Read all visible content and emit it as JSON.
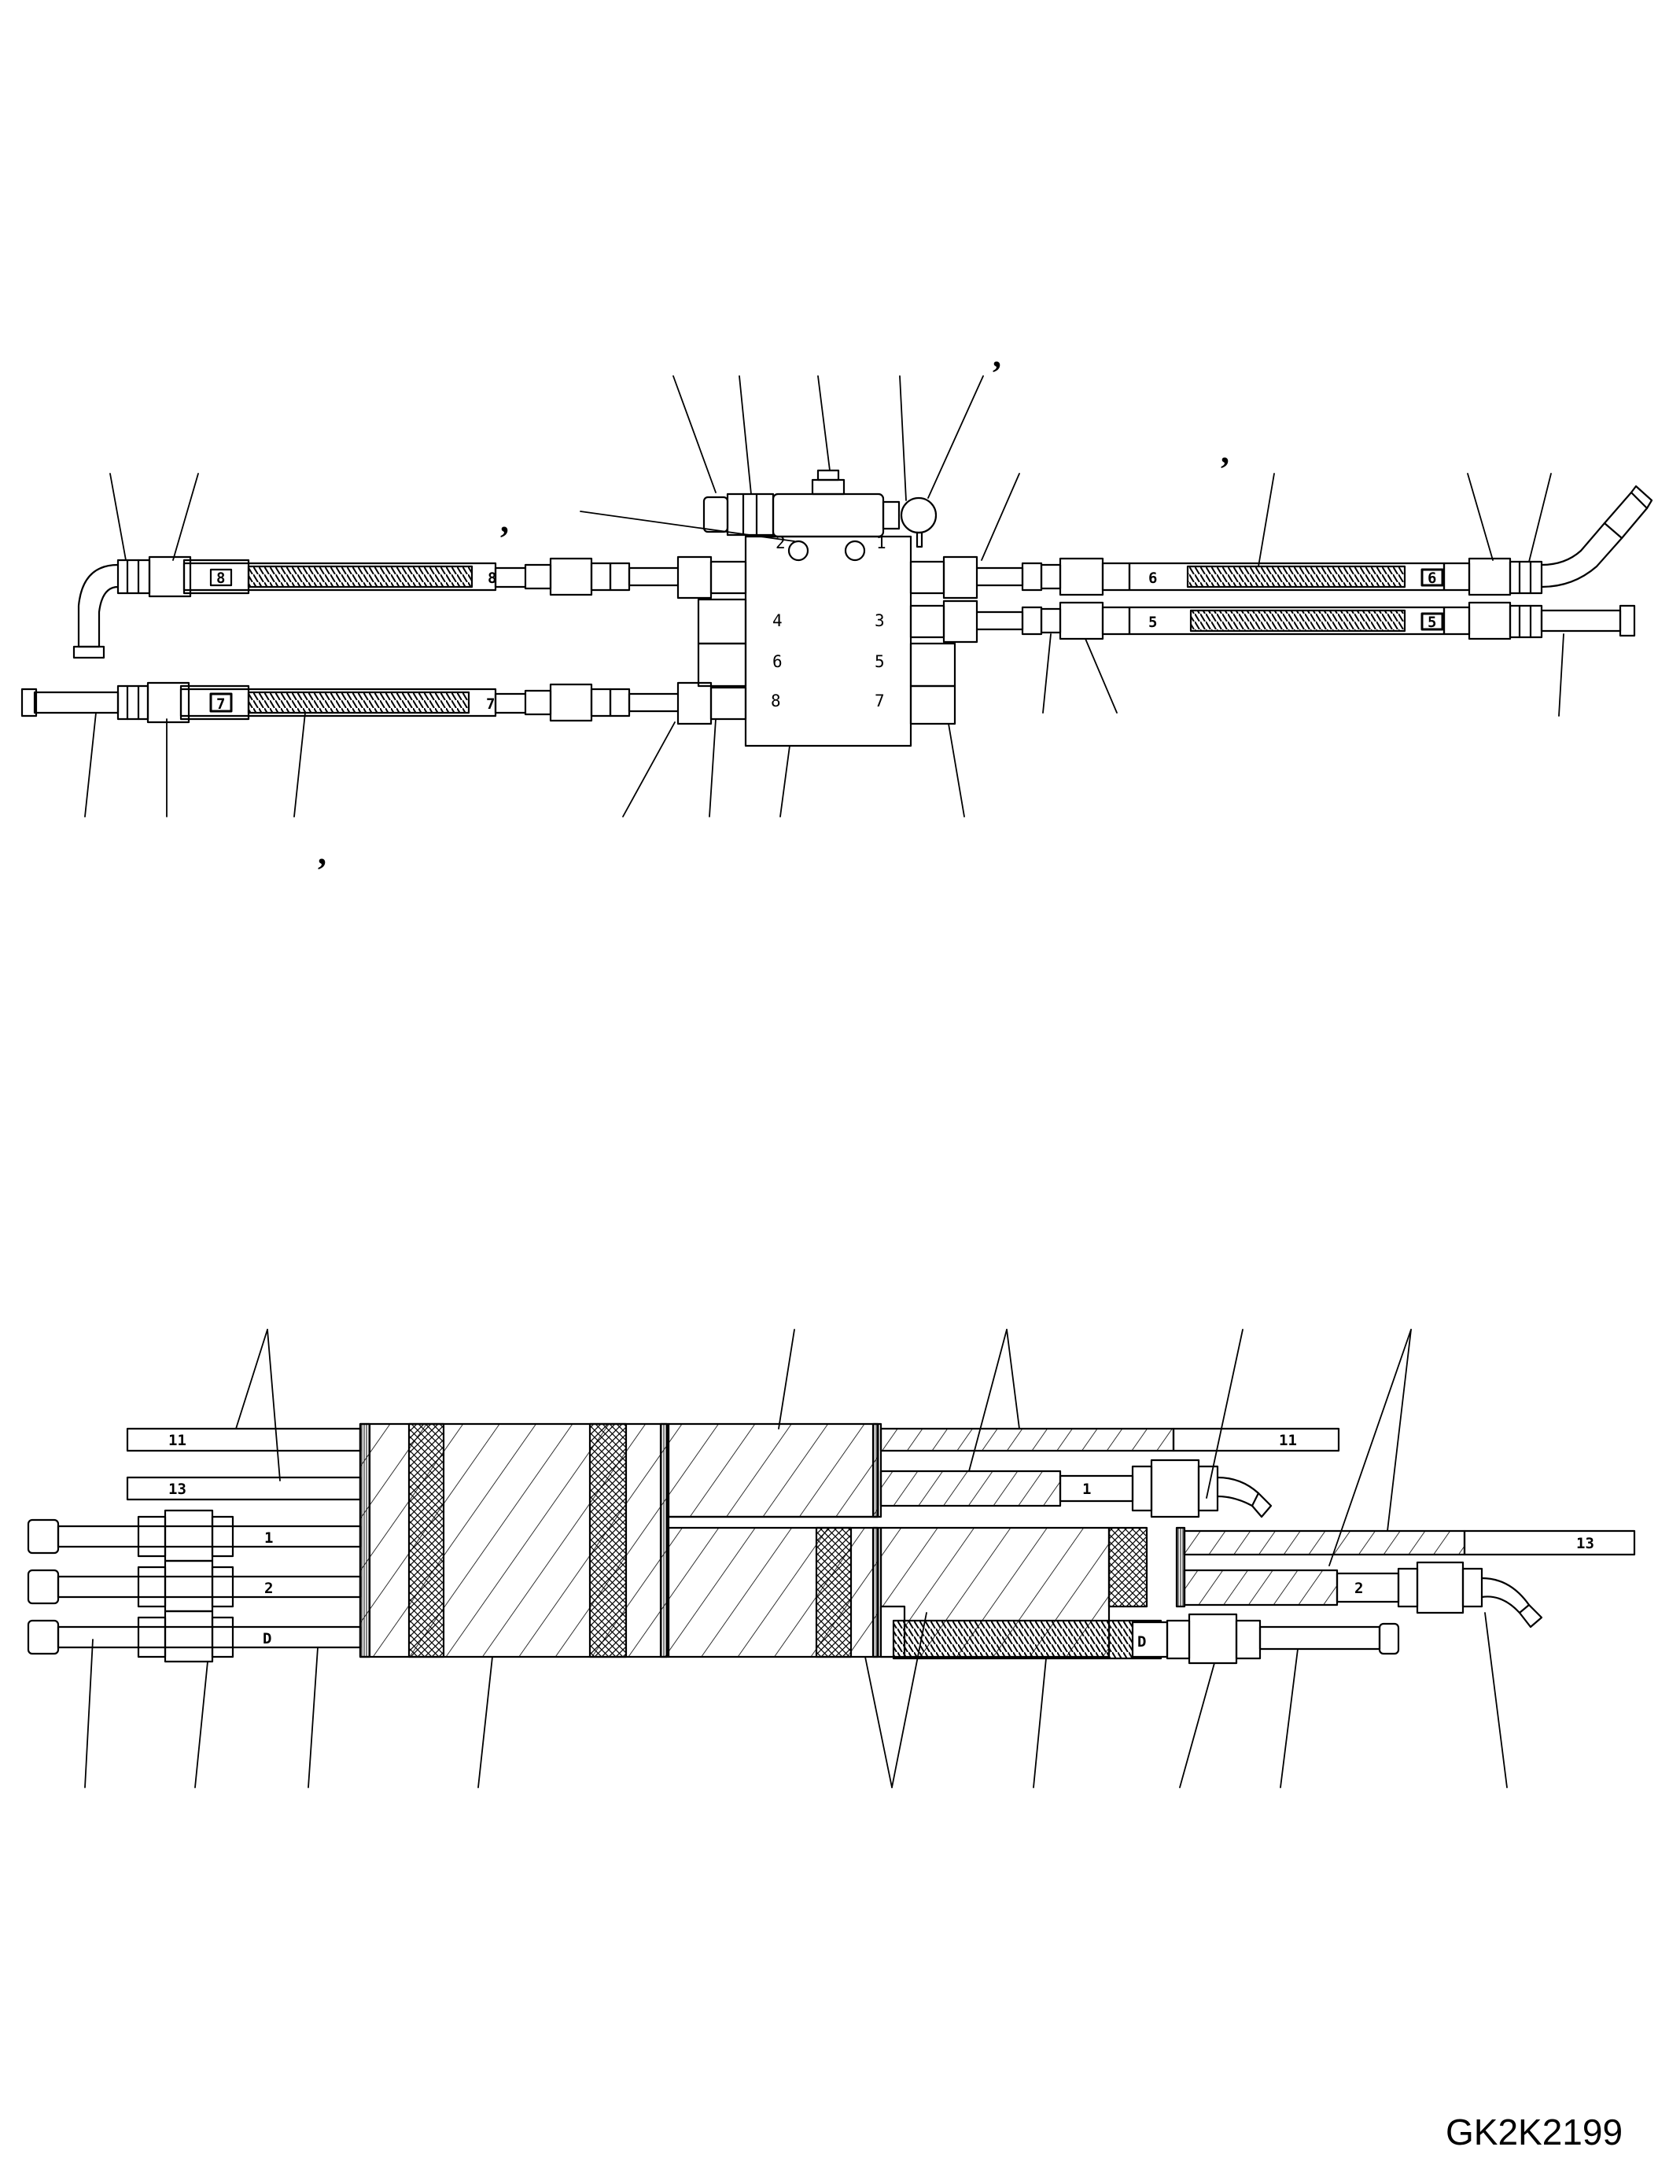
{
  "drawing_code": "GK2K2199",
  "block_ports": [
    "2",
    "1",
    "4",
    "3",
    "6",
    "5",
    "8",
    "7"
  ],
  "top_hose_tags": {
    "hose_8_left": "8",
    "hose_8_mid": "8",
    "hose_7_left": "7",
    "hose_7_mid": "7",
    "hose_6_mid": "6",
    "hose_6_right": "6",
    "hose_5_mid": "5",
    "hose_5_right": "5"
  },
  "bundle_tags": {
    "tube_11_left": "11",
    "tube_13_left": "13",
    "tube_1_left": "1",
    "tube_2_left": "2",
    "tube_d_left": "D",
    "tube_11_right": "11",
    "tube_1_right": "1",
    "tube_13_right": "13",
    "tube_2_right": "2",
    "tube_d_right": "D"
  },
  "comma_marks": [
    ",",
    ",",
    ",",
    ","
  ]
}
